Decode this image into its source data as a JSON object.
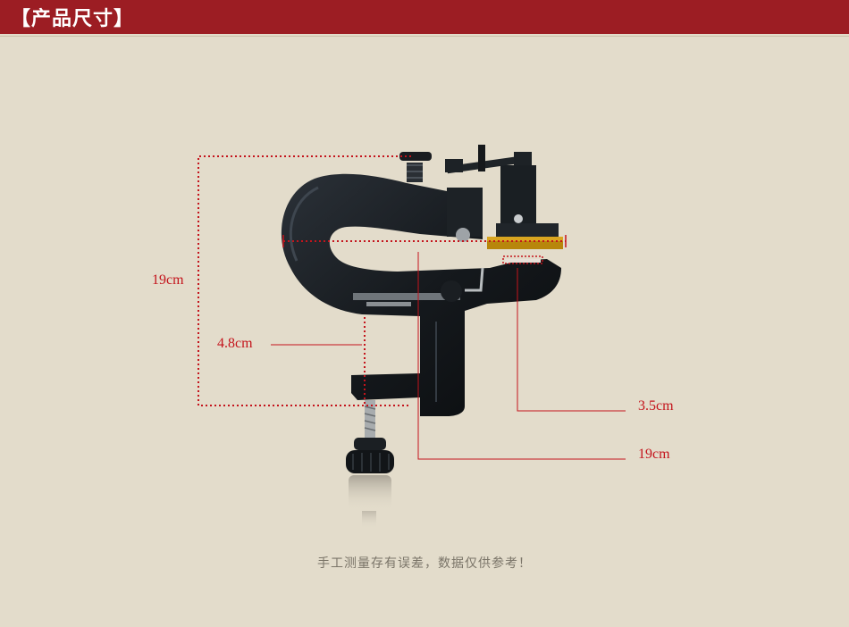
{
  "header": {
    "title": "【产品尺寸】"
  },
  "dimensions": {
    "height_label": "19cm",
    "clamp_label": "4.8cm",
    "blade_label": "3.5cm",
    "depth_label": "19cm"
  },
  "note": "手工测量存有误差，数据仅供参考！",
  "colors": {
    "header_bg": "#9c1d23",
    "background": "#e3dccb",
    "dimension": "#c4141c"
  },
  "product": {
    "type": "leather-skiving-tool"
  }
}
